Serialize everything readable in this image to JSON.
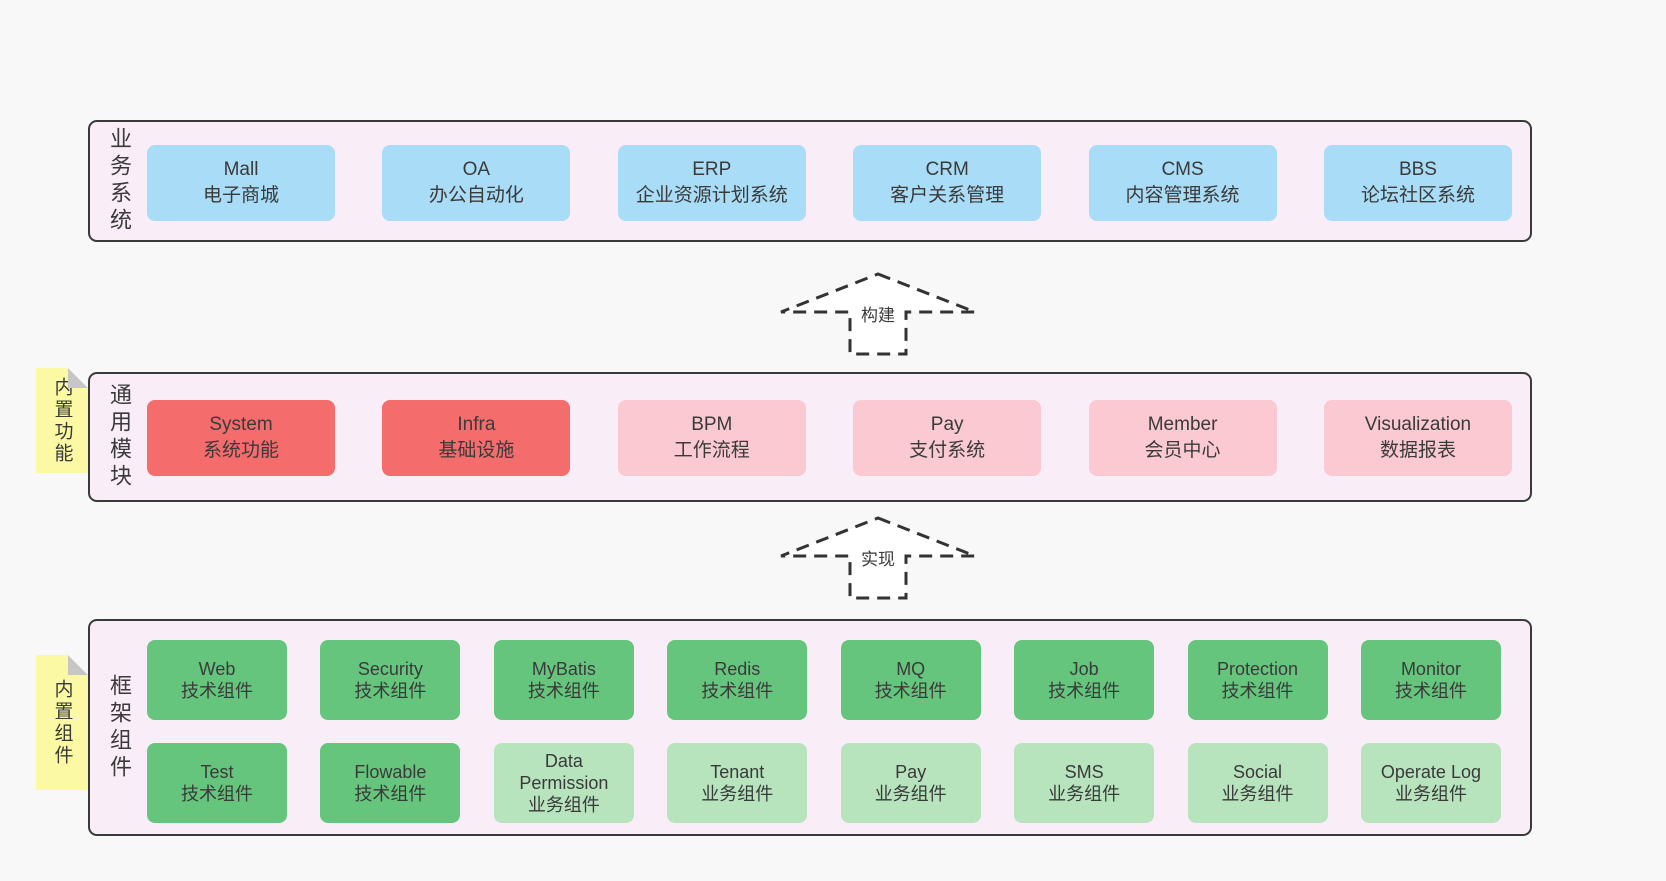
{
  "colors": {
    "page_bg": "#f8f8f8",
    "panel_bg": "#f9eef7",
    "panel_border": "#3a3a3a",
    "blue_box": "#a9dcf6",
    "red_box": "#f56c6c",
    "pink_box": "#fac9d2",
    "green_box": "#66c57d",
    "light_green_box": "#b7e3bd",
    "note_yellow": "#fbf9a3",
    "note_fold_gray": "#c6c6c6",
    "text": "#3a3a3a"
  },
  "business_layer": {
    "label": "业务系统",
    "boxes": [
      {
        "title": "Mall",
        "subtitle": "电子商城"
      },
      {
        "title": "OA",
        "subtitle": "办公自动化"
      },
      {
        "title": "ERP",
        "subtitle": "企业资源计划系统"
      },
      {
        "title": "CRM",
        "subtitle": "客户关系管理"
      },
      {
        "title": "CMS",
        "subtitle": "内容管理系统"
      },
      {
        "title": "BBS",
        "subtitle": "论坛社区系统"
      }
    ]
  },
  "arrow_build": {
    "label": "构建"
  },
  "module_layer": {
    "label": "通用模块",
    "note": "内置功能",
    "boxes": [
      {
        "title": "System",
        "subtitle": "系统功能",
        "style": "red"
      },
      {
        "title": "Infra",
        "subtitle": "基础设施",
        "style": "red"
      },
      {
        "title": "BPM",
        "subtitle": "工作流程",
        "style": "pink"
      },
      {
        "title": "Pay",
        "subtitle": "支付系统",
        "style": "pink"
      },
      {
        "title": "Member",
        "subtitle": "会员中心",
        "style": "pink"
      },
      {
        "title": "Visualization",
        "subtitle": "数据报表",
        "style": "pink"
      }
    ]
  },
  "arrow_implement": {
    "label": "实现"
  },
  "component_layer": {
    "label": "框架组件",
    "note": "内置组件",
    "row1": [
      {
        "title": "Web",
        "subtitle": "技术组件",
        "style": "green"
      },
      {
        "title": "Security",
        "subtitle": "技术组件",
        "style": "green"
      },
      {
        "title": "MyBatis",
        "subtitle": "技术组件",
        "style": "green"
      },
      {
        "title": "Redis",
        "subtitle": "技术组件",
        "style": "green"
      },
      {
        "title": "MQ",
        "subtitle": "技术组件",
        "style": "green"
      },
      {
        "title": "Job",
        "subtitle": "技术组件",
        "style": "green"
      },
      {
        "title": "Protection",
        "subtitle": "技术组件",
        "style": "green"
      },
      {
        "title": "Monitor",
        "subtitle": "技术组件",
        "style": "green"
      }
    ],
    "row2": [
      {
        "title": "Test",
        "subtitle": "技术组件",
        "style": "green"
      },
      {
        "title": "Flowable",
        "subtitle": "技术组件",
        "style": "green"
      },
      {
        "title": "Data Permission",
        "subtitle": "业务组件",
        "style": "lightgreen"
      },
      {
        "title": "Tenant",
        "subtitle": "业务组件",
        "style": "lightgreen"
      },
      {
        "title": "Pay",
        "subtitle": "业务组件",
        "style": "lightgreen"
      },
      {
        "title": "SMS",
        "subtitle": "业务组件",
        "style": "lightgreen"
      },
      {
        "title": "Social",
        "subtitle": "业务组件",
        "style": "lightgreen"
      },
      {
        "title": "Operate Log",
        "subtitle": "业务组件",
        "style": "lightgreen"
      }
    ]
  }
}
